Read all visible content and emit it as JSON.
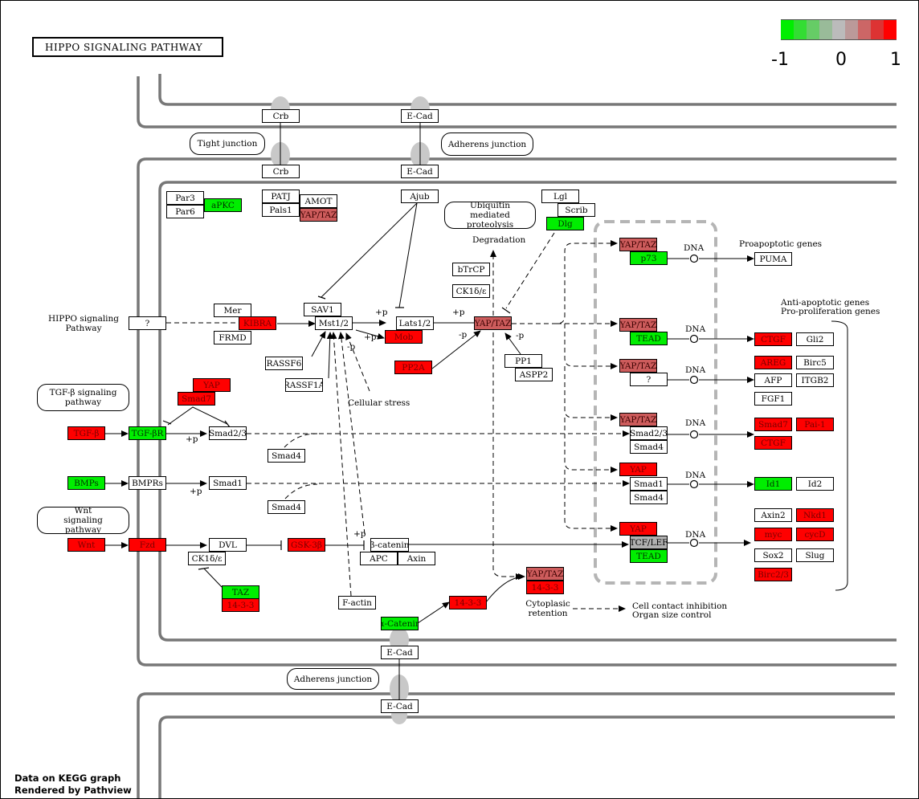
{
  "title": "HIPPO SIGNALING PATHWAY",
  "legend": {
    "colors": [
      "#00ee00",
      "#33dd33",
      "#66cc66",
      "#99bb99",
      "#bbbbbb",
      "#bb9999",
      "#cc6666",
      "#dd3333",
      "#ff0000"
    ],
    "min_label": "-1",
    "mid_label": "0",
    "max_label": "1"
  },
  "footer": {
    "line1": "Data on KEGG graph",
    "line2": "Rendered by Pathview"
  },
  "labels": {
    "tight_junction": "Tight junction",
    "adherens_junction_top": "Adherens junction",
    "adherens_junction_bottom": "Adherens junction",
    "ubiquitin": "Ubiquitin mediated proteolysis",
    "degradation": "Degradation",
    "hippo_pathway": "HIPPO signaling Pathway",
    "tgfb_pathway": "TGF-β signaling pathway",
    "wnt_pathway": "Wnt signaling pathway",
    "proapoptotic": "Proapoptotic genes",
    "antiapoptotic1": "Anti-apoptotic genes",
    "antiapoptotic2": "Pro-proliferation genes",
    "cellular_stress": "Cellular stress",
    "cytoplasic1": "Cytoplasic",
    "cytoplasic2": "retention",
    "contact1": "Cell contact inhibition",
    "contact2": "Organ size control",
    "dna": "DNA",
    "plus_p": "+p",
    "minus_p": "-p"
  },
  "genes": {
    "crb_top": "Crb",
    "crb_bot": "Crb",
    "ecad_top1": "E-Cad",
    "ecad_top2": "E-Cad",
    "ecad_bot1": "E-Cad",
    "ecad_bot2": "E-Cad",
    "par3": "Par3",
    "par6": "Par6",
    "apkc": "aPKC",
    "patj": "PATJ",
    "pals1": "Pals1",
    "amot": "AMOT",
    "yaptaz_amot": "YAP/TAZ",
    "ajub": "Ajub",
    "lgl": "Lgl",
    "scrib": "Scrib",
    "dlg": "Dlg",
    "btrcp": "bTrCP",
    "ck1": "CK1δ/ε",
    "q_hippo": "?",
    "mer": "Mer",
    "kibra": "KIBRA",
    "frmd": "FRMD",
    "sav1": "SAV1",
    "mst": "Mst1/2",
    "lats": "Lats1/2",
    "mob": "Mob",
    "rassf6": "RASSF6",
    "rassf1a": "RASSF1A",
    "pp2a": "PP2A",
    "yaptaz_main": "YAP/TAZ",
    "pp1": "PP1",
    "aspp2": "ASPP2",
    "yap_tgf": "YAP",
    "smad7_tgf": "Smad7",
    "tgfb": "TGF-β",
    "tgfbr": "TGF-βR",
    "smad23_a": "Smad2/3",
    "smad4_a": "Smad4",
    "bmps": "BMPs",
    "bmprs": "BMPRs",
    "smad1_a": "Smad1",
    "smad4_b": "Smad4",
    "wnt": "Wnt",
    "fzd": "Fzd",
    "dvl": "DVL",
    "ck1_b": "CK1δ/ε",
    "gsk3b": "GSK-3β",
    "bcat": "β-catenin",
    "apc": "APC",
    "axin": "Axin",
    "taz": "TAZ",
    "1433_a": "14-3-3",
    "factin": "F-actin",
    "acat": "α-Catenin",
    "1433_b": "14-3-3",
    "yaptaz_cyto": "YAP/TAZ",
    "1433_c": "14-3-3",
    "n_yaptaz1": "YAP/TAZ",
    "n_p73": "p73",
    "n_yaptaz2": "YAP/TAZ",
    "n_tead1": "TEAD",
    "n_yaptaz3": "YAP/TAZ",
    "n_q": "?",
    "n_yaptaz4": "YAP/TAZ",
    "n_smad23": "Smad2/3",
    "n_smad4a": "Smad4",
    "n_yap5": "YAP",
    "n_smad1": "Smad1",
    "n_smad4b": "Smad4",
    "n_yap6": "YAP",
    "n_tcf": "TCF/LEF",
    "n_tead2": "TEAD",
    "puma": "PUMA",
    "ctgf1": "CTGF",
    "gli2": "Gli2",
    "areg": "AREG",
    "birc5": "Birc5",
    "afp": "AFP",
    "itgb2": "ITGB2",
    "fgf1": "FGF1",
    "smad7_t": "Smad7",
    "pai1": "Pai-1",
    "ctgf2": "CTGF",
    "id1": "Id1",
    "id2": "Id2",
    "axin2": "Axin2",
    "nkd1": "Nkd1",
    "myc": "myc",
    "cycd": "cycD",
    "sox2": "Sox2",
    "slug": "Slug",
    "birc23": "Birc2/3"
  }
}
